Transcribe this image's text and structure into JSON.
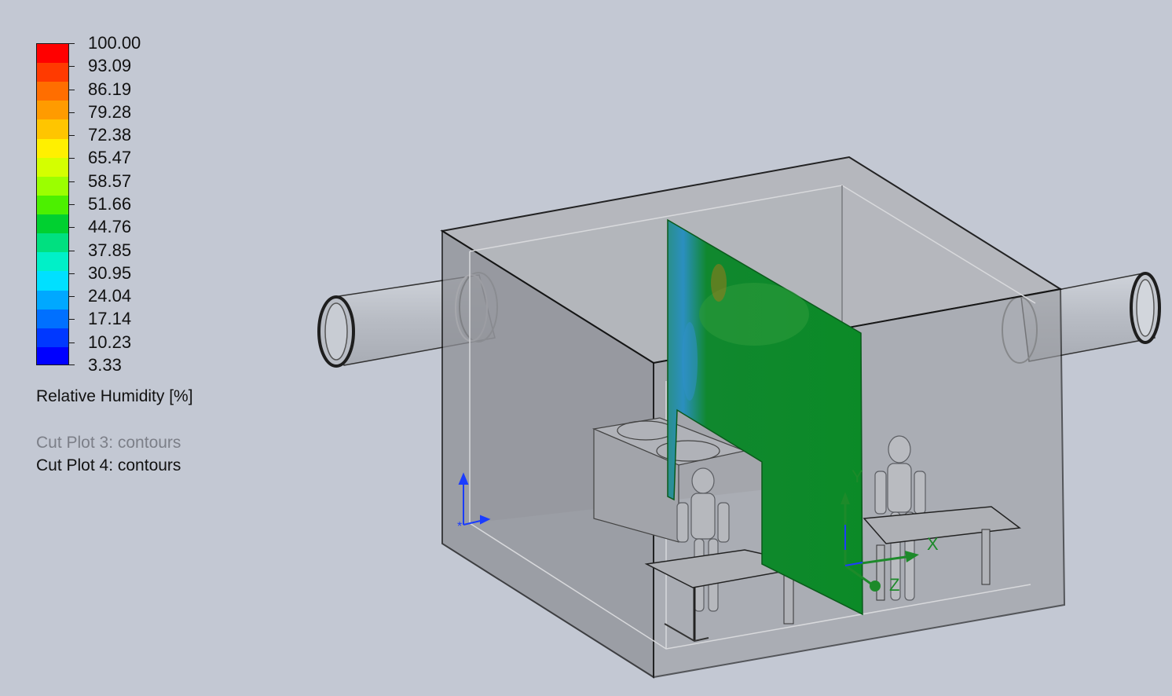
{
  "legend": {
    "quantity": "Relative Humidity [%]",
    "ticks": [
      "100.00",
      "93.09",
      "86.19",
      "79.28",
      "72.38",
      "65.47",
      "58.57",
      "51.66",
      "44.76",
      "37.85",
      "30.95",
      "24.04",
      "17.14",
      "10.23",
      "3.33"
    ],
    "colors": [
      "#ff0000",
      "#ff3a00",
      "#ff6e00",
      "#ff9b00",
      "#ffc500",
      "#fff000",
      "#d4ff00",
      "#9bff00",
      "#4cf000",
      "#00d030",
      "#00e080",
      "#00f0c8",
      "#00e0ff",
      "#00a8ff",
      "#0070ff",
      "#0038ff",
      "#0000ff"
    ],
    "cut_plots": [
      {
        "label": "Cut Plot 3: contours",
        "active": false
      },
      {
        "label": "Cut Plot 4: contours",
        "active": true
      }
    ]
  },
  "triad": {
    "x": "X",
    "y": "Y",
    "z": "Z"
  },
  "view": {
    "background": "#c3c8d3",
    "cut_plane_color": "#0d8a2a"
  }
}
